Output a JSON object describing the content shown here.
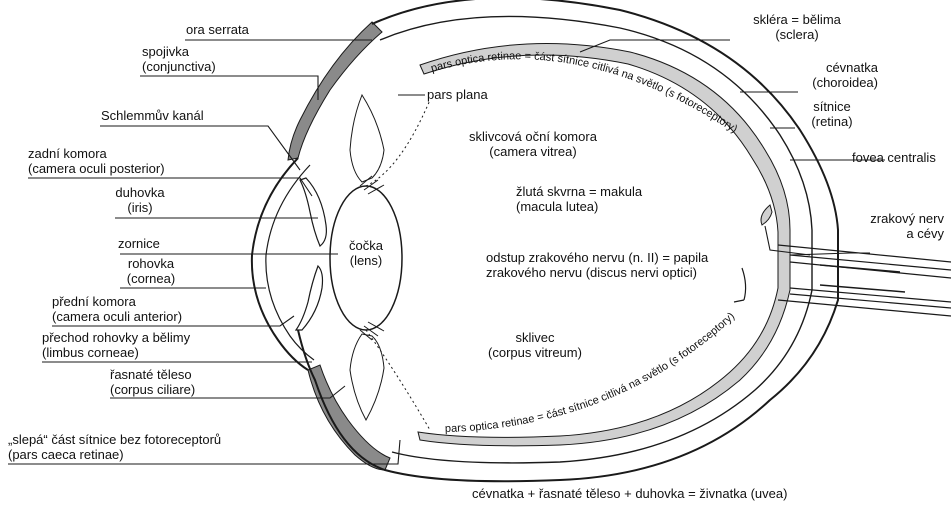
{
  "labels": {
    "ora_serrata": "ora serrata",
    "spojivka": "spojivka",
    "spojivka_lat": "(conjunctiva)",
    "schlemm": "Schlemmův kanál",
    "zadni_komora": "zadní komora",
    "zadni_komora_lat": "(camera oculi posterior)",
    "duhovka": "duhovka",
    "duhovka_lat": "(iris)",
    "zornice": "zornice",
    "rohovka": "rohovka",
    "rohovka_lat": "(cornea)",
    "predni_komora": "přední komora",
    "predni_komora_lat": "(camera oculi anterior)",
    "limbus": "přechod rohovky a bělimy",
    "limbus_lat": "(limbus corneae)",
    "corpus_ciliare": "řasnaté těleso",
    "corpus_ciliare_lat": "(corpus ciliare)",
    "pars_caeca": "„slepá“ část sítnice bez fotoreceptorů",
    "pars_caeca_lat": "(pars caeca retinae)",
    "pars_plana": "pars plana",
    "pars_optica_top": "pars optica retinae = část sítnice citlivá na světlo (s fotoreceptory)",
    "pars_optica_bottom": "pars optica retinae = část sítnice citlivá na světlo (s fotoreceptory)",
    "sklivcova_komora": "sklivcová oční komora",
    "sklivcova_komora_lat": "(camera vitrea)",
    "makula": "žlutá skvrna = makula",
    "makula_lat": "(macula lutea)",
    "papila": "odstup zrakového nervu (n. II) = papila",
    "papila_2": "zrakového nervu (discus nervi optici)",
    "sklivec": "sklivec",
    "sklivec_lat": "(corpus vitreum)",
    "cocka": "čočka",
    "cocka_lat": "(lens)",
    "sklera": "skléra = bělima",
    "sklera_lat": "(sclera)",
    "cevnatka": "cévnatka",
    "cevnatka_lat": "(choroidea)",
    "sitnice": "sítnice",
    "sitnice_lat": "(retina)",
    "fovea": "fovea centralis",
    "nerv": "zrakový nerv",
    "nerv_2": "a cévy",
    "uvea": "cévnatka + řasnaté těleso + duhovka = živnatka (uvea)"
  },
  "colors": {
    "line": "#1a1a1a",
    "retina_fill": "#d0d0d0",
    "conjunctiva_fill": "#8a8a8a"
  }
}
